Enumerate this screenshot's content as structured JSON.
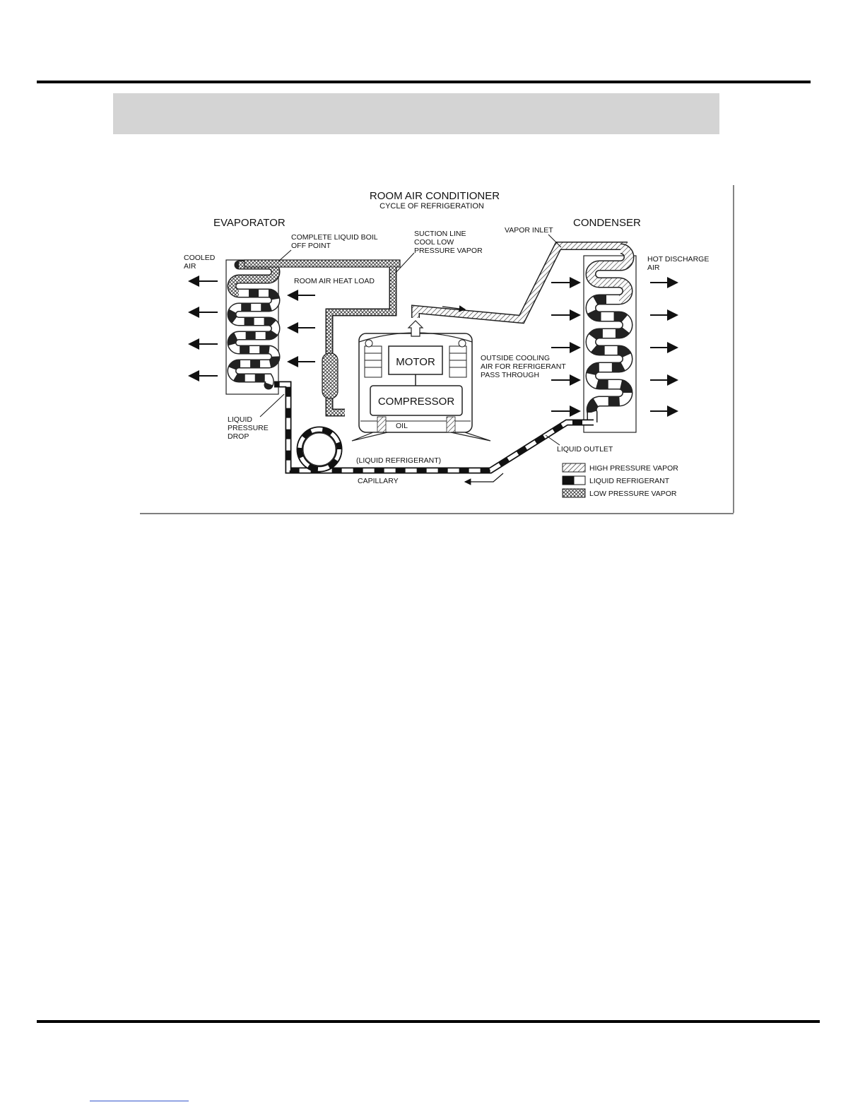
{
  "diagram": {
    "title": "ROOM AIR CONDITIONER",
    "subtitle": "CYCLE OF REFRIGERATION",
    "evaporator_label": "EVAPORATOR",
    "condenser_label": "CONDENSER",
    "cooled_air": [
      "COOLED",
      "AIR"
    ],
    "boil_off": [
      "COMPLETE LIQUID BOIL",
      "OFF POINT"
    ],
    "suction_line": [
      "SUCTION LINE",
      "COOL LOW",
      "PRESSURE VAPOR"
    ],
    "vapor_inlet": "VAPOR INLET",
    "hot_discharge": [
      "HOT DISCHARGE",
      "AIR"
    ],
    "room_heat_load": "ROOM AIR HEAT LOAD",
    "motor": "MOTOR",
    "compressor": "COMPRESSOR",
    "oil": "OIL",
    "outside_cooling": [
      "OUTSIDE COOLING",
      "AIR FOR REFRIGERANT",
      "PASS THROUGH"
    ],
    "liquid_pressure_drop": [
      "LIQUID",
      "PRESSURE",
      "DROP"
    ],
    "liquid_outlet": "LIQUID OUTLET",
    "liquid_refrigerant_line": "(LIQUID REFRIGERANT)",
    "capillary": "CAPILLARY",
    "legend": [
      {
        "label": "HIGH PRESSURE VAPOR",
        "pattern": "diagonal-hatch"
      },
      {
        "label": "LIQUID REFRIGERANT",
        "pattern": "half-black"
      },
      {
        "label": "LOW PRESSURE VAPOR",
        "pattern": "cross-hatch"
      }
    ]
  }
}
